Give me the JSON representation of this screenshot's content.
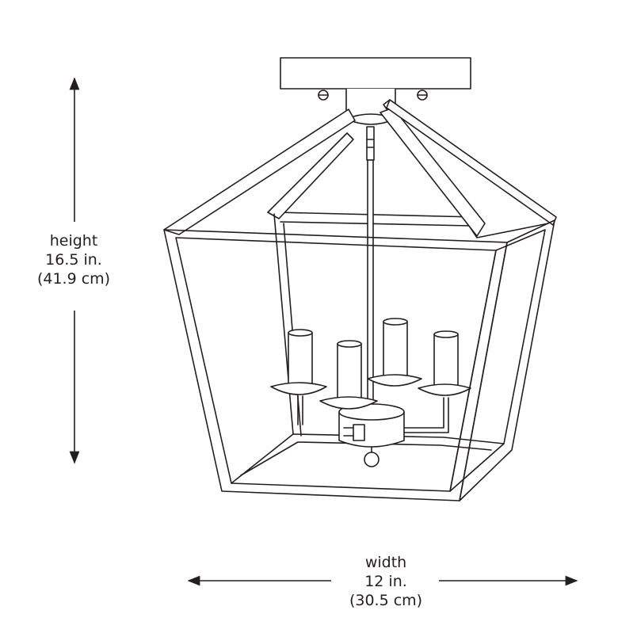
{
  "height": {
    "label": "height",
    "imperial": "16.5 in.",
    "metric": "(41.9 cm)"
  },
  "width": {
    "label": "width",
    "imperial": "12 in.",
    "metric": "(30.5 cm)"
  }
}
